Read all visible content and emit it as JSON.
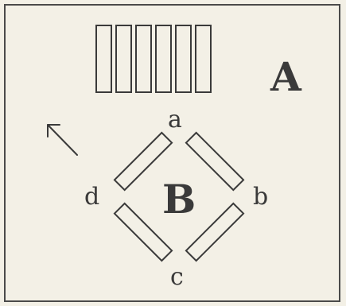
{
  "diagram": {
    "group_a": {
      "label": "A",
      "bar_count": 6
    },
    "group_b": {
      "label": "B",
      "corners": {
        "top": "a",
        "right": "b",
        "bottom": "c",
        "left": "d"
      }
    },
    "colors": {
      "ink": "#3a3a3a",
      "paper": "#f3f0e6",
      "frame": "#4a4a4a"
    },
    "icons": {
      "direction": "arrow-up-left-icon"
    }
  }
}
